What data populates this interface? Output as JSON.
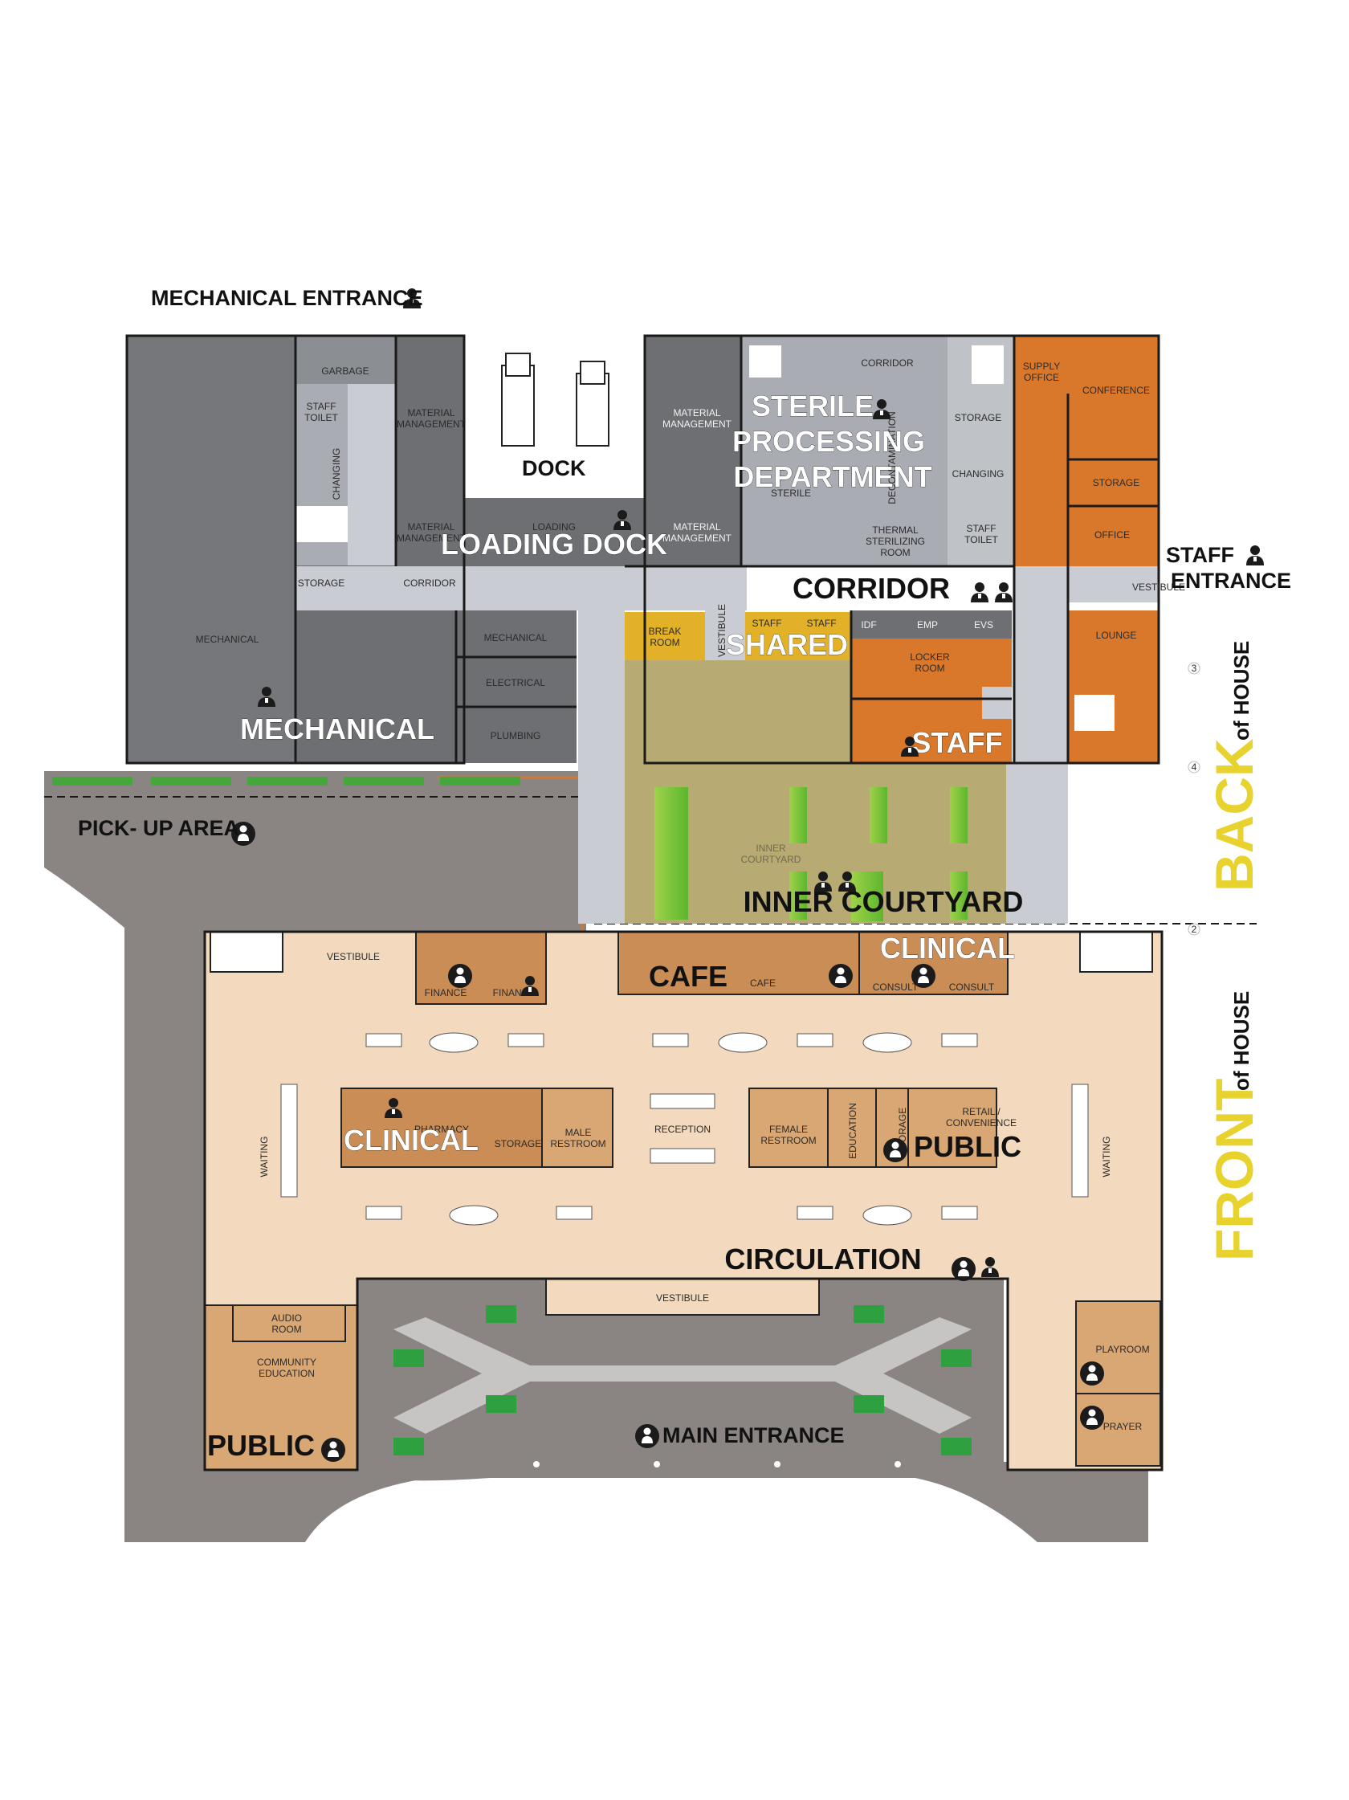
{
  "labels": {
    "mechanical_entrance": "MECHANICAL ENTRANCE",
    "staff_entrance_1": "STAFF",
    "staff_entrance_2": "ENTRANCE",
    "pickup_area": "PICK- UP AREA",
    "main_entrance": "MAIN ENTRANCE",
    "dock": "DOCK",
    "back": "BACK",
    "front": "FRONT",
    "of_house": "of HOUSE"
  },
  "zones": {
    "mechanical": "MECHANICAL",
    "loading_dock": "LOADING DOCK",
    "sterile_1": "STERILE",
    "sterile_2": "PROCESSING",
    "sterile_3": "DEPARTMENT",
    "corridor": "CORRIDOR",
    "shared": "SHARED",
    "staff": "STAFF",
    "inner_courtyard": "INNER COURTYARD",
    "cafe": "CAFE",
    "clinical_top": "CLINICAL",
    "clinical_mid": "CLINICAL",
    "public_mid": "PUBLIC",
    "circulation": "CIRCULATION",
    "public_bottom": "PUBLIC"
  },
  "rooms": {
    "garbage": "GARBAGE",
    "staff_toilet_1": "STAFF",
    "staff_toilet_2": "TOILET",
    "changing_left": "CHANGING",
    "material_mgmt_a1": "MATERIAL",
    "material_mgmt_a2": "MANAGEMENT",
    "material_mgmt_b1": "MATERIAL",
    "material_mgmt_b2": "MANAGEMENT",
    "material_mgmt_c1": "MATERIAL",
    "material_mgmt_c2": "MANAGEMENT",
    "material_mgmt_d1": "MATERIAL",
    "material_mgmt_d2": "MANAGEMENT",
    "storage_left": "STORAGE",
    "corridor_left": "CORRIDOR",
    "loading": "LOADING",
    "mechanical_room": "MECHANICAL",
    "mechanical_small": "MECHANICAL",
    "electrical": "ELECTRICAL",
    "plumbing": "PLUMBING",
    "corridor_top": "CORRIDOR",
    "sterile_room": "STERILE",
    "decontamination": "DECONTAMINATION",
    "thermal_1": "THERMAL",
    "thermal_2": "STERILIZING",
    "thermal_3": "ROOM",
    "storage_sterile": "STORAGE",
    "changing_right": "CHANGING",
    "staff_toilet_r1": "STAFF",
    "staff_toilet_r2": "TOILET",
    "supply_1": "SUPPLY",
    "supply_2": "OFFICE",
    "conference": "CONFERENCE",
    "storage_right": "STORAGE",
    "office": "OFFICE",
    "vestibule_right": "VESTIBULE",
    "lounge": "LOUNGE",
    "break_1": "BREAK",
    "break_2": "ROOM",
    "vestibule_vertical": "VESTIBULE",
    "staff_a": "STAFF",
    "staff_b": "STAFF",
    "idf": "IDF",
    "emp": "EMP",
    "evs": "EVS",
    "locker_1": "LOCKER",
    "locker_2": "ROOM",
    "courtyard_faint_1": "INNER",
    "courtyard_faint_2": "COURTYARD",
    "vestibule_top_left": "VESTIBULE",
    "finance_1": "FINANCE",
    "finance_2": "FINANCE",
    "cafe_room": "CAFE",
    "consult_1": "CONSULT",
    "consult_2": "CONSULT",
    "pharmacy": "PHARMACY",
    "storage_mid": "STORAGE",
    "male_1": "MALE",
    "male_2": "RESTROOM",
    "reception": "RECEPTION",
    "female_1": "FEMALE",
    "female_2": "RESTROOM",
    "education": "EDUCATION",
    "storage_vertical": "STORAGE",
    "retail_1": "RETAIL /",
    "retail_2": "CONVENIENCE",
    "waiting_left": "WAITING",
    "waiting_right": "WAITING",
    "vestibule_main": "VESTIBULE",
    "audio_1": "AUDIO",
    "audio_2": "ROOM",
    "community_1": "COMMUNITY",
    "community_2": "EDUCATION",
    "playroom": "PLAYROOM",
    "prayer": "PRAYER"
  },
  "grid": {
    "g3": "3",
    "g4": "4",
    "g2": "2"
  },
  "colors": {
    "service_dark": "#6d6f73",
    "service_light": "#a9acb2",
    "corridor": "#c9ccd2",
    "staff_orange": "#d9782a",
    "shared_yellow": "#e2b128",
    "courtyard": "#b7ab73",
    "public_floor": "#f3d9bd",
    "room_tan": "#d9a774",
    "clinical_brown": "#c98d55",
    "paving": "#8a8583",
    "greenery": "#45a63b",
    "accent_yellow": "#e8d22e"
  }
}
